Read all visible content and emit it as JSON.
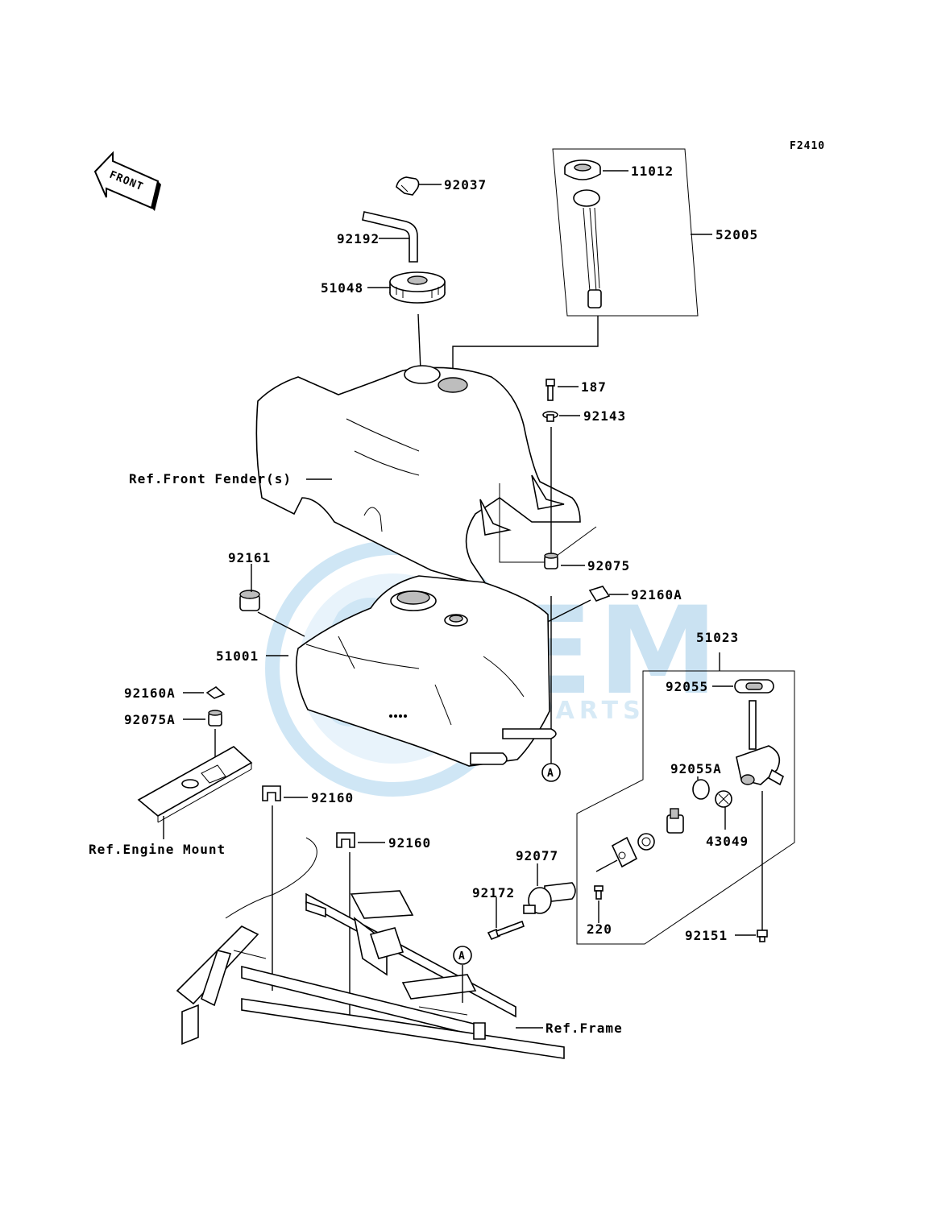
{
  "figure_code": "F2410",
  "direction_label": "FRONT",
  "watermark": {
    "main": "OEM",
    "sub": "MOTORPARTS",
    "color": "#a9d3ee"
  },
  "callouts": {
    "p92037": "92037",
    "p92192": "92192",
    "p51048": "51048",
    "p11012": "11012",
    "p52005": "52005",
    "p187": "187",
    "p92143": "92143",
    "ref_front_fender": "Ref.Front Fender(s)",
    "p92161": "92161",
    "p92075": "92075",
    "p92160A_top": "92160A",
    "p51001": "51001",
    "p51023": "51023",
    "p92055": "92055",
    "p92160A_left": "92160A",
    "p92075A": "92075A",
    "p92055A": "92055A",
    "p43049": "43049",
    "ref_engine_mount": "Ref.Engine Mount",
    "p92160_a": "92160",
    "p92160_b": "92160",
    "p92077": "92077",
    "p92172": "92172",
    "p220": "220",
    "p92151": "92151",
    "ref_frame": "Ref.Frame"
  },
  "markers": {
    "a_upper": "A",
    "a_lower": "A"
  }
}
